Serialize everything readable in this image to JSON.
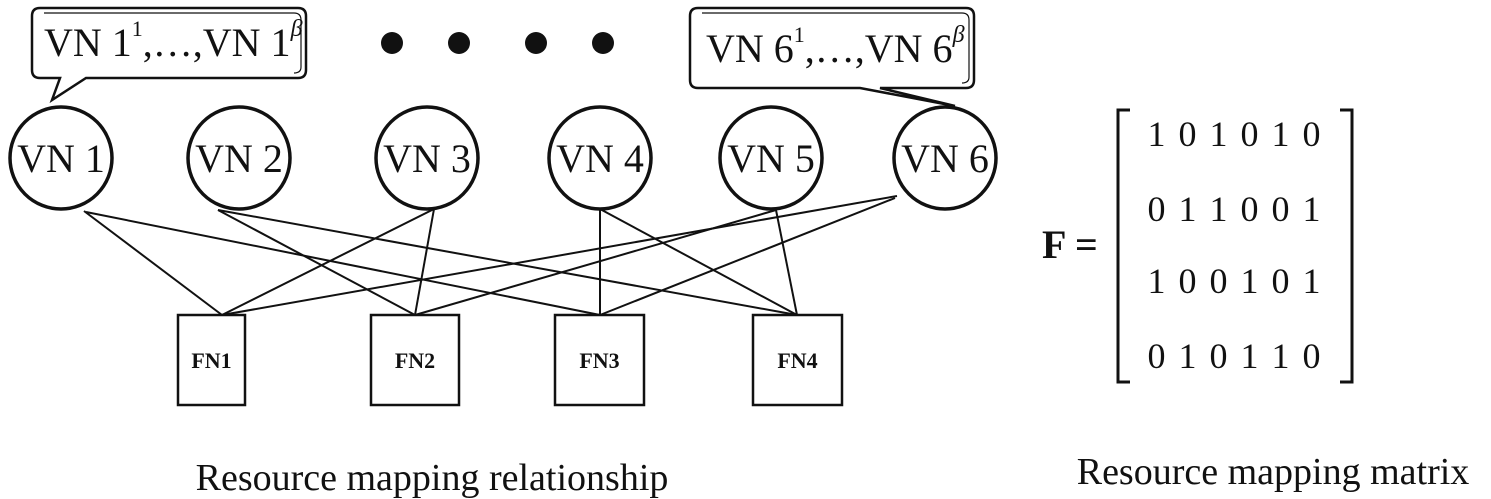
{
  "diagram": {
    "variable_nodes": [
      {
        "id": "vn1",
        "label": "VN 1"
      },
      {
        "id": "vn2",
        "label": "VN 2"
      },
      {
        "id": "vn3",
        "label": "VN 3"
      },
      {
        "id": "vn4",
        "label": "VN 4"
      },
      {
        "id": "vn5",
        "label": "VN 5"
      },
      {
        "id": "vn6",
        "label": "VN 6"
      }
    ],
    "function_nodes": [
      {
        "id": "fn1",
        "label": "FN1"
      },
      {
        "id": "fn2",
        "label": "FN2"
      },
      {
        "id": "fn3",
        "label": "FN3"
      },
      {
        "id": "fn4",
        "label": "FN4"
      }
    ],
    "callouts": {
      "left": {
        "base": "VN 1",
        "sup1": "1",
        "mid": ",…,VN 1",
        "sup2": "β"
      },
      "right": {
        "base": "VN 6",
        "sup1": "1",
        "mid": ",…,VN 6",
        "sup2": "β"
      }
    },
    "caption_left": "Resource mapping relationship"
  },
  "matrix": {
    "label": "F =",
    "rows": [
      "1 0 1 0 1 0",
      "0 1 1 0 0 1",
      "1 0 0 1 0 1",
      "0 1 0 1 1 0"
    ],
    "caption": "Resource mapping matrix"
  }
}
